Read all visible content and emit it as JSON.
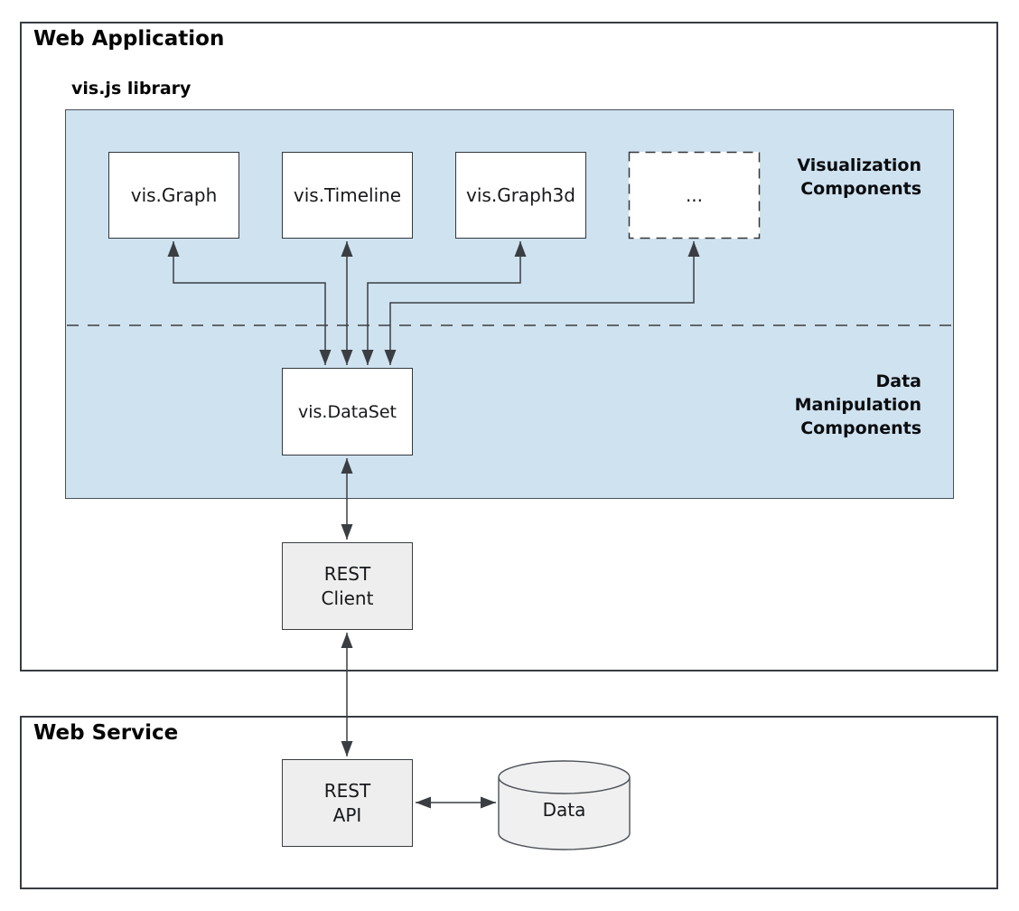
{
  "diagram": {
    "web_application": {
      "title": "Web Application"
    },
    "visjs_library": {
      "label": "vis.js library"
    },
    "region_labels": {
      "visualization_components": "Visualization\nComponents",
      "data_manipulation_components": "Data\nManipulation\nComponents"
    },
    "components": {
      "vis_graph": "vis.Graph",
      "vis_timeline": "vis.Timeline",
      "vis_graph3d": "vis.Graph3d",
      "more_placeholder": "...",
      "vis_dataset": "vis.DataSet"
    },
    "rest_client": "REST\nClient",
    "web_service": {
      "title": "Web Service"
    },
    "rest_api": "REST\nAPI",
    "data_store": "Data",
    "colors": {
      "library_region_fill": "#cfe2f0",
      "component_box_fill": "#ffffff",
      "rest_box_fill": "#eeeeee",
      "cylinder_fill": "#f0f0f0",
      "line": "#3a3e42"
    }
  }
}
